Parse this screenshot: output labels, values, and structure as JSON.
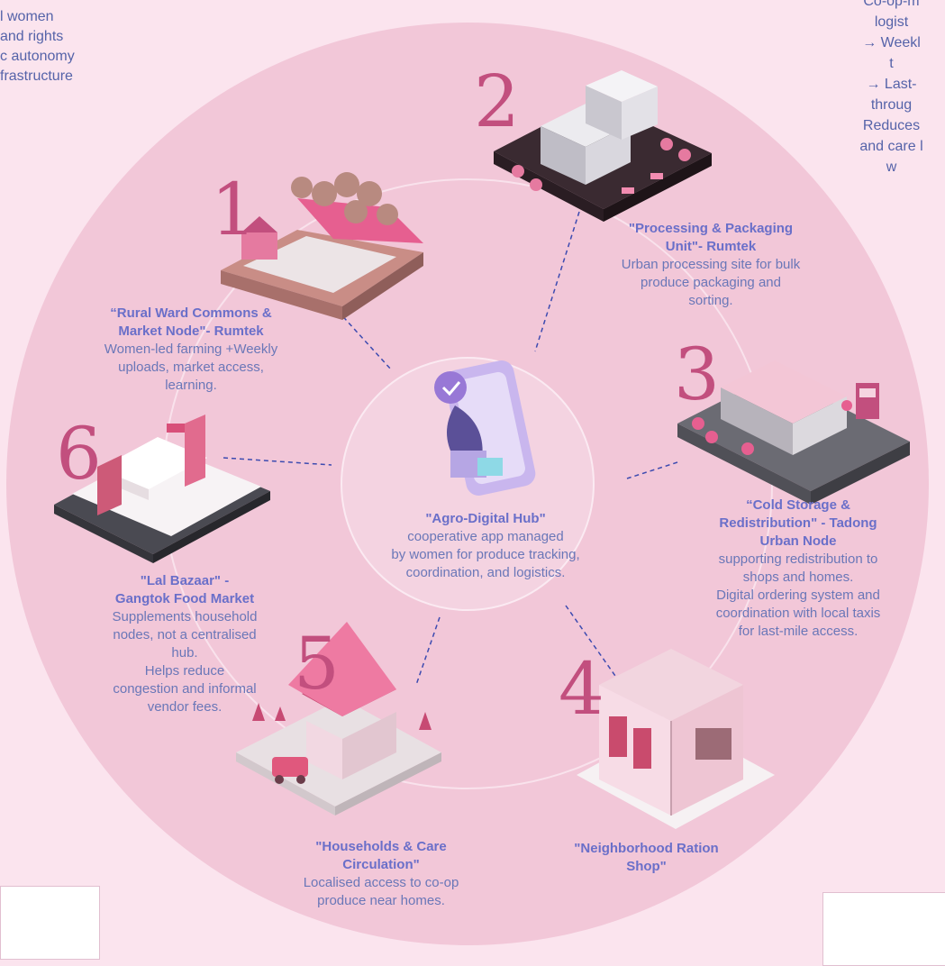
{
  "top_left_text": [
    "l women",
    "and rights",
    "c autonomy",
    "frastructure"
  ],
  "top_right_text": [
    "Co-op-m",
    "logist",
    "→ Weekl",
    "t",
    "→ Last-",
    "throug",
    "Reduces",
    "and care l",
    "w"
  ],
  "hub": {
    "title": "\"Agro-Digital Hub\"",
    "lines": [
      "cooperative app managed",
      "by women for produce tracking,",
      "coordination, and logistics."
    ]
  },
  "nodes": [
    {
      "number": "1",
      "title_lines": [
        "“Rural Ward Commons &",
        "Market Node\"- Rumtek"
      ],
      "desc_lines": [
        "Women-led farming +Weekly",
        "uploads, market access,",
        "learning."
      ]
    },
    {
      "number": "2",
      "title_lines": [
        "\"Processing & Packaging",
        "Unit\"- Rumtek"
      ],
      "desc_lines": [
        "Urban processing site for bulk",
        "produce packaging and",
        "sorting."
      ]
    },
    {
      "number": "3",
      "title_lines": [
        "“Cold Storage &",
        "Redistribution\" - Tadong",
        "Urban Node"
      ],
      "desc_lines": [
        "supporting redistribution to",
        "shops and homes.",
        "Digital ordering system and",
        "coordination with local taxis",
        "for last-mile access."
      ]
    },
    {
      "number": "4",
      "title_lines": [
        "\"Neighborhood Ration",
        "Shop\""
      ],
      "desc_lines": []
    },
    {
      "number": "5",
      "title_lines": [
        "\"Households & Care",
        "Circulation\""
      ],
      "desc_lines": [
        "Localised access to co-op",
        "produce near homes."
      ]
    },
    {
      "number": "6",
      "title_lines": [
        "\"Lal Bazaar\" -",
        "Gangtok Food Market"
      ],
      "desc_lines": [
        "Supplements household",
        "nodes, not a centralised",
        "hub.",
        "Helps reduce",
        "congestion and informal",
        "vendor fees."
      ]
    }
  ],
  "colors": {
    "background": "#fbe4ee",
    "ring": "#f2c7d8",
    "accent": "#c24f7e",
    "title": "#6a6fc9",
    "body": "#6a77b8",
    "dash": "#3d4bb0"
  }
}
